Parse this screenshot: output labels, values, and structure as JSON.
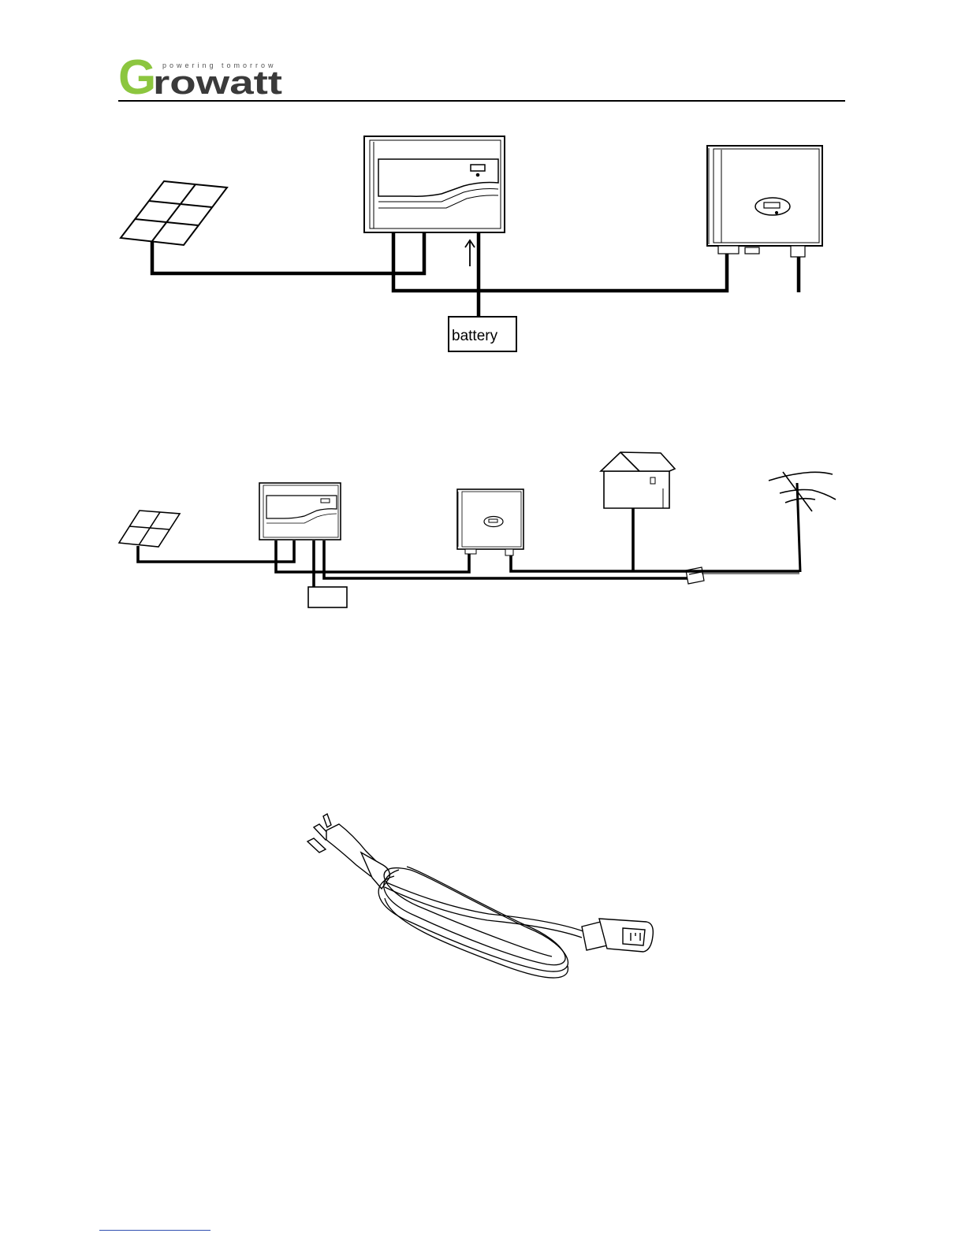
{
  "logo": {
    "letter": "G",
    "wordmark": "rowatt",
    "tagline": "powering tomorrow"
  },
  "diagram1": {
    "battery_label": "battery"
  },
  "colors": {
    "brand_green": "#8cc63f",
    "ink": "#000000",
    "link_blue": "#2f4fb0"
  }
}
